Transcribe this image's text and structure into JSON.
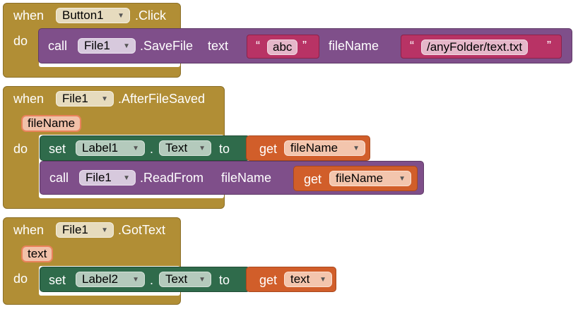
{
  "blocks": {
    "click": {
      "when": "when",
      "component": "Button1",
      "event": ".Click",
      "do": "do",
      "call": {
        "call": "call",
        "component": "File1",
        "method": ".SaveFile",
        "text_label": "text",
        "text_value": "abc",
        "filename_label": "fileName",
        "filename_value": "/anyFolder/text.txt",
        "open_quote": "“",
        "close_quote": "”"
      }
    },
    "after_saved": {
      "when": "when",
      "component": "File1",
      "event": ".AfterFileSaved",
      "param": "fileName",
      "do": "do",
      "set": {
        "set": "set",
        "component": "Label1",
        "dot": ".",
        "property": "Text",
        "to": "to",
        "get": "get",
        "var": "fileName"
      },
      "call": {
        "call": "call",
        "component": "File1",
        "method": ".ReadFrom",
        "arg_label": "fileName",
        "get": "get",
        "var": "fileName"
      }
    },
    "got_text": {
      "when": "when",
      "component": "File1",
      "event": ".GotText",
      "param": "text",
      "do": "do",
      "set": {
        "set": "set",
        "component": "Label2",
        "dot": ".",
        "property": "Text",
        "to": "to",
        "get": "get",
        "var": "text"
      }
    }
  },
  "colors": {
    "event": "#b18e35",
    "component_call": "#7f4f8a",
    "setter": "#2f6b4b",
    "variable": "#d15e2a",
    "text": "#b83365"
  },
  "icons": {
    "dropdown": "triangle-down"
  }
}
